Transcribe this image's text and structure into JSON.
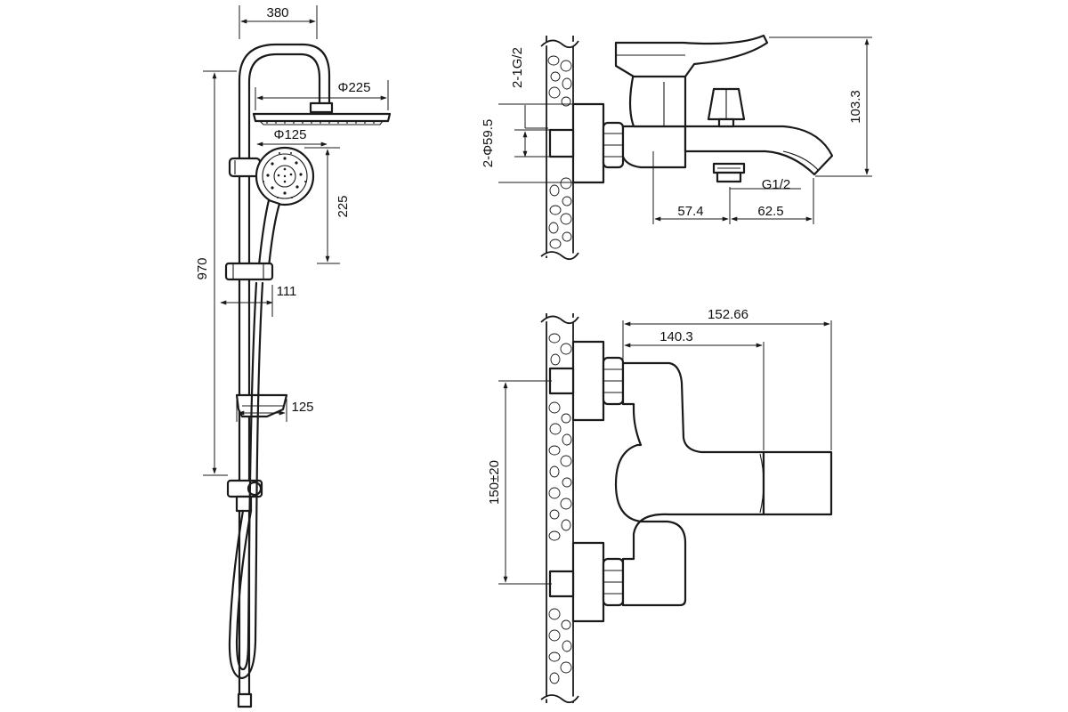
{
  "shower_set": {
    "width_380": "380",
    "rain_head_diameter": "Φ225",
    "hand_shower_diameter": "Φ125",
    "height_225": "225",
    "total_height_970": "970",
    "hand_shower_offset_111": "111",
    "shelf_width_125": "125"
  },
  "mixer_side_view": {
    "thread_label": "2-1G/2",
    "flange_label": "2-Φ59.5",
    "height_103_3": "103.3",
    "outlet_label": "G1/2",
    "dim_57_4": "57.4",
    "dim_62_5": "62.5"
  },
  "mixer_top_view": {
    "dim_152_66": "152.66",
    "dim_140_3": "140.3",
    "center_distance": "150±20"
  },
  "colors": {
    "line": "#1a1a1a",
    "background": "#ffffff"
  }
}
